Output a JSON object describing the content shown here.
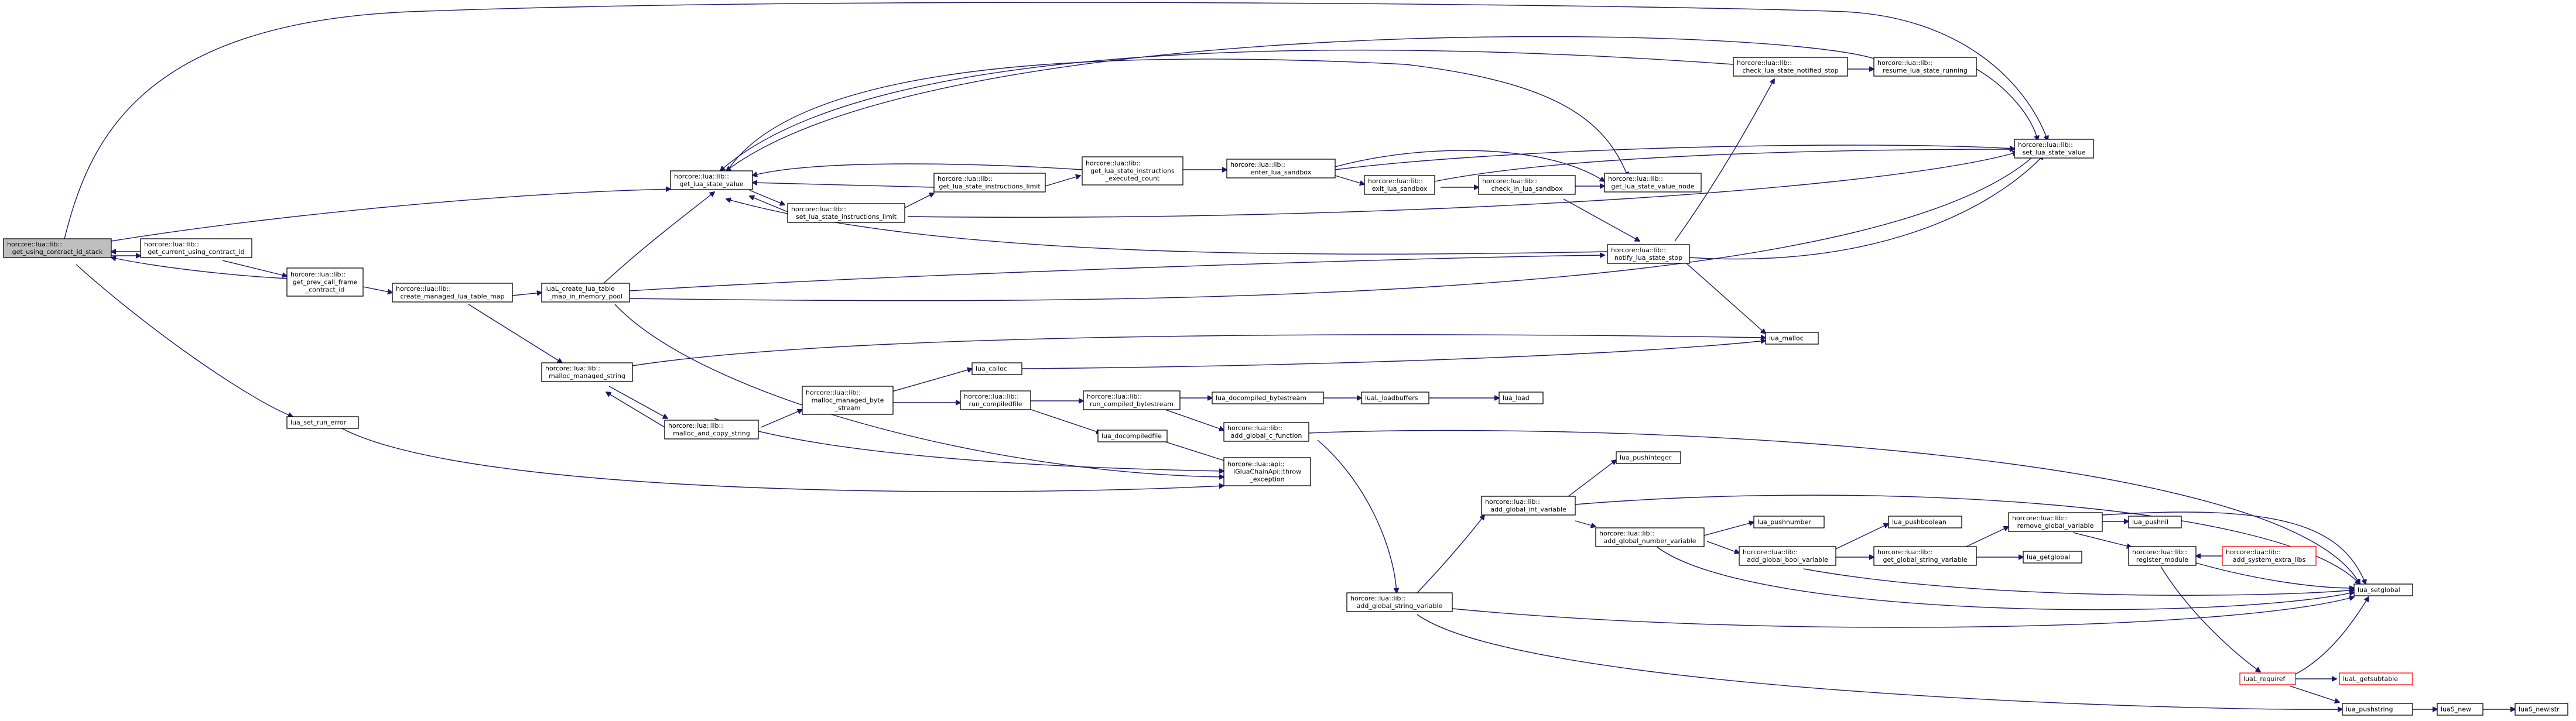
{
  "diagram": {
    "type": "call-graph",
    "colors": {
      "edge": "#191970",
      "node_border": "#000000",
      "root_fill": "#bfbfbf",
      "external_border": "#ff0000"
    },
    "nodes": [
      {
        "id": "root",
        "lines": [
          "horcore::lua::lib::",
          "get_using_contract_id_stack"
        ],
        "style": "root"
      },
      {
        "id": "gcuci",
        "lines": [
          "horcore::lua::lib::",
          "get_current_using_contract_id"
        ]
      },
      {
        "id": "gpcfci",
        "lines": [
          "horcore::lua::lib::",
          "get_prev_call_frame",
          "_contract_id"
        ]
      },
      {
        "id": "lser",
        "lines": [
          "lua_set_run_error"
        ]
      },
      {
        "id": "cmltm",
        "lines": [
          "horcore::lua::lib::",
          "create_managed_lua_table_map"
        ]
      },
      {
        "id": "glsv",
        "lines": [
          "horcore::lua::lib::",
          "get_lua_state_value"
        ]
      },
      {
        "id": "slsil",
        "lines": [
          "horcore::lua::lib::",
          "set_lua_state_instructions_limit"
        ]
      },
      {
        "id": "lctm",
        "lines": [
          "luaL_create_lua_table",
          "_map_in_memory_pool"
        ]
      },
      {
        "id": "mms",
        "lines": [
          "horcore::lua::lib::",
          "malloc_managed_string"
        ]
      },
      {
        "id": "macs",
        "lines": [
          "horcore::lua::lib::",
          "malloc_and_copy_string"
        ]
      },
      {
        "id": "mmbs",
        "lines": [
          "horcore::lua::lib::",
          "malloc_managed_byte",
          "_stream"
        ]
      },
      {
        "id": "glsil",
        "lines": [
          "horcore::lua::lib::",
          "get_lua_state_instructions_limit"
        ]
      },
      {
        "id": "glsiec",
        "lines": [
          "horcore::lua::lib::",
          "get_lua_state_instructions",
          "_executed_count"
        ]
      },
      {
        "id": "els",
        "lines": [
          "horcore::lua::lib::",
          "enter_lua_sandbox"
        ]
      },
      {
        "id": "exls",
        "lines": [
          "horcore::lua::lib::",
          "exit_lua_sandbox"
        ]
      },
      {
        "id": "cils",
        "lines": [
          "horcore::lua::lib::",
          "check_in_lua_sandbox"
        ]
      },
      {
        "id": "glsvn",
        "lines": [
          "horcore::lua::lib::",
          "get_lua_state_value_node"
        ]
      },
      {
        "id": "clsns",
        "lines": [
          "horcore::lua::lib::",
          "check_lua_state_notified_stop"
        ]
      },
      {
        "id": "rlsr",
        "lines": [
          "horcore::lua::lib::",
          "resume_lua_state_running"
        ]
      },
      {
        "id": "slsv",
        "lines": [
          "horcore::lua::lib::",
          "set_lua_state_value"
        ]
      },
      {
        "id": "nlss",
        "lines": [
          "horcore::lua::lib::",
          "notify_lua_state_stop"
        ]
      },
      {
        "id": "lmalloc",
        "lines": [
          "lua_malloc"
        ]
      },
      {
        "id": "lcalloc",
        "lines": [
          "lua_calloc"
        ]
      },
      {
        "id": "rcf",
        "lines": [
          "horcore::lua::lib::",
          "run_compiledfile"
        ]
      },
      {
        "id": "rcb",
        "lines": [
          "horcore::lua::lib::",
          "run_compiled_bytestream"
        ]
      },
      {
        "id": "ldbs",
        "lines": [
          "lua_docompiled_bytestream"
        ]
      },
      {
        "id": "llb",
        "lines": [
          "luaL_loadbuffers"
        ]
      },
      {
        "id": "lload",
        "lines": [
          "lua_load"
        ]
      },
      {
        "id": "ldcf",
        "lines": [
          "lua_docompiledfile"
        ]
      },
      {
        "id": "agcf",
        "lines": [
          "horcore::lua::lib::",
          "add_global_c_function"
        ]
      },
      {
        "id": "tex",
        "lines": [
          "horcore::lua::api::",
          "IGluaChainApi::throw",
          "_exception"
        ]
      },
      {
        "id": "lpi",
        "lines": [
          "lua_pushinteger"
        ]
      },
      {
        "id": "agiv",
        "lines": [
          "horcore::lua::lib::",
          "add_global_int_variable"
        ]
      },
      {
        "id": "agnv",
        "lines": [
          "horcore::lua::lib::",
          "add_global_number_variable"
        ]
      },
      {
        "id": "lpn",
        "lines": [
          "lua_pushnumber"
        ]
      },
      {
        "id": "agbv",
        "lines": [
          "horcore::lua::lib::",
          "add_global_bool_variable"
        ]
      },
      {
        "id": "lpb",
        "lines": [
          "lua_pushboolean"
        ]
      },
      {
        "id": "ggsv",
        "lines": [
          "horcore::lua::lib::",
          "get_global_string_variable"
        ]
      },
      {
        "id": "lgg",
        "lines": [
          "lua_getglobal"
        ]
      },
      {
        "id": "rgv",
        "lines": [
          "horcore::lua::lib::",
          "remove_global_variable"
        ]
      },
      {
        "id": "lpnil",
        "lines": [
          "lua_pushnil"
        ]
      },
      {
        "id": "rm",
        "lines": [
          "horcore::lua::lib::",
          "register_module"
        ]
      },
      {
        "id": "asel",
        "lines": [
          "horcore::lua::lib::",
          "add_system_extra_libs"
        ],
        "style": "red"
      },
      {
        "id": "agsv",
        "lines": [
          "horcore::lua::lib::",
          "add_global_string_variable"
        ]
      },
      {
        "id": "lsg",
        "lines": [
          "lua_setglobal"
        ]
      },
      {
        "id": "lreq",
        "lines": [
          "luaL_requiref"
        ],
        "style": "red"
      },
      {
        "id": "lgst",
        "lines": [
          "luaL_getsubtable"
        ],
        "style": "red"
      },
      {
        "id": "lps",
        "lines": [
          "lua_pushstring"
        ]
      },
      {
        "id": "lsnew",
        "lines": [
          "luaS_new"
        ]
      },
      {
        "id": "lsnewstr",
        "lines": [
          "luaS_newlstr"
        ]
      }
    ]
  }
}
